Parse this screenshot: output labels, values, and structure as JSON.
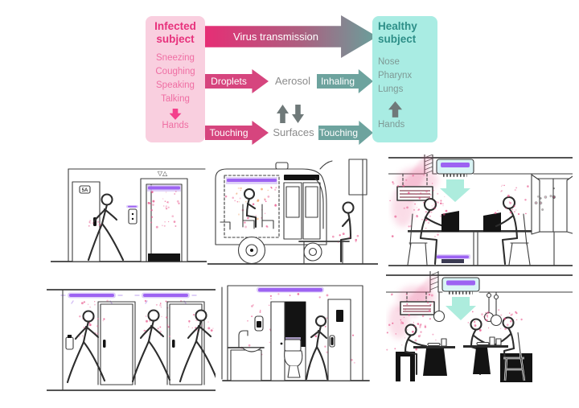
{
  "flow": {
    "infected": {
      "title": "Infected subject",
      "activities": [
        "Sneezing",
        "Coughing",
        "Speaking",
        "Talking"
      ],
      "hands_label": "Hands"
    },
    "main_arrow_label": "Virus transmission",
    "aerosol_row": {
      "left_arrow": "Droplets",
      "center_label": "Aerosol",
      "right_arrow": "Inhaling"
    },
    "surface_row": {
      "left_arrow": "Touching",
      "center_label": "Surfaces",
      "right_arrow": "Touching"
    },
    "healthy": {
      "title": "Healthy subject",
      "organs": [
        "Nose",
        "Pharynx",
        "Lungs"
      ],
      "hands_label": "Hands"
    }
  },
  "scenes": {
    "elevator": {
      "icon": "elevator-uv-scene",
      "door_label": "5A",
      "call_symbols": "▽△"
    },
    "bus": {
      "icon": "bus-uv-scene"
    },
    "office": {
      "icon": "office-uv-air-purifier-scene"
    },
    "corridor": {
      "icon": "corridor-uv-lamps-scene"
    },
    "bathroom": {
      "icon": "bathroom-uv-lamp-scene"
    },
    "restaurant": {
      "icon": "restaurant-uv-air-purifier-scene"
    }
  },
  "colors": {
    "infected_accent": "#e7317c",
    "infected_box": "#f9cfdf",
    "infected_text": "#ef6ea3",
    "healthy_box": "#a9ece3",
    "healthy_accent": "#2e8f88",
    "healthy_text": "#7e9995",
    "neutral_text": "#8b8b8b",
    "pink_arrow": "#d6457e",
    "teal_arrow": "#6da39e",
    "uv_purple": "#9d63f2",
    "uv_glow": "#d4c0f5",
    "virus_dot": "#e8558b",
    "clean_air": "#a4ead9",
    "gray_arrow": "#6f7979",
    "pink_bright": "#f43f8c"
  }
}
